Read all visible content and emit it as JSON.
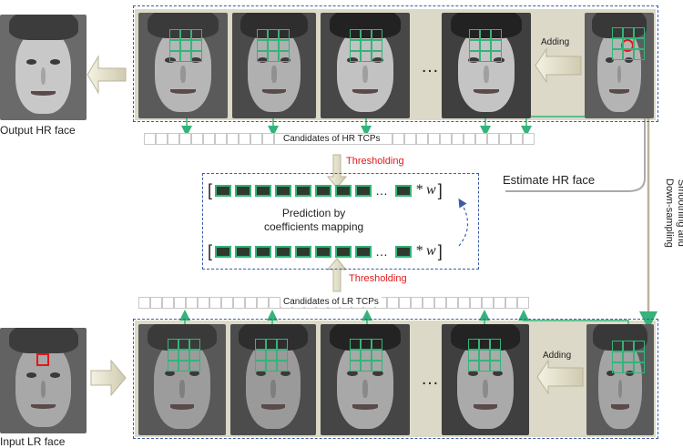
{
  "labels": {
    "output": "Output HR face",
    "input": "Input LR face",
    "adding_top": "Adding",
    "adding_bottom": "Adding",
    "cand_hr": "Candidates of HR TCPs",
    "cand_lr": "Candidates of LR TCPs",
    "thr_top": "Thresholding",
    "thr_bottom": "Thresholding",
    "estimate": "Estimate HR face",
    "smoothing_line1": "Smoothing and",
    "smoothing_line2": "Down-sampling",
    "prediction_line1": "Prediction by",
    "prediction_line2": "coefficients mapping",
    "ellipsis": "…",
    "times_w": "* w"
  },
  "colors": {
    "accent_green": "#35b37a",
    "dashed_blue": "#3b5ca8",
    "threshold_red": "#e01818",
    "panel_bg": "#dcd9c8"
  }
}
